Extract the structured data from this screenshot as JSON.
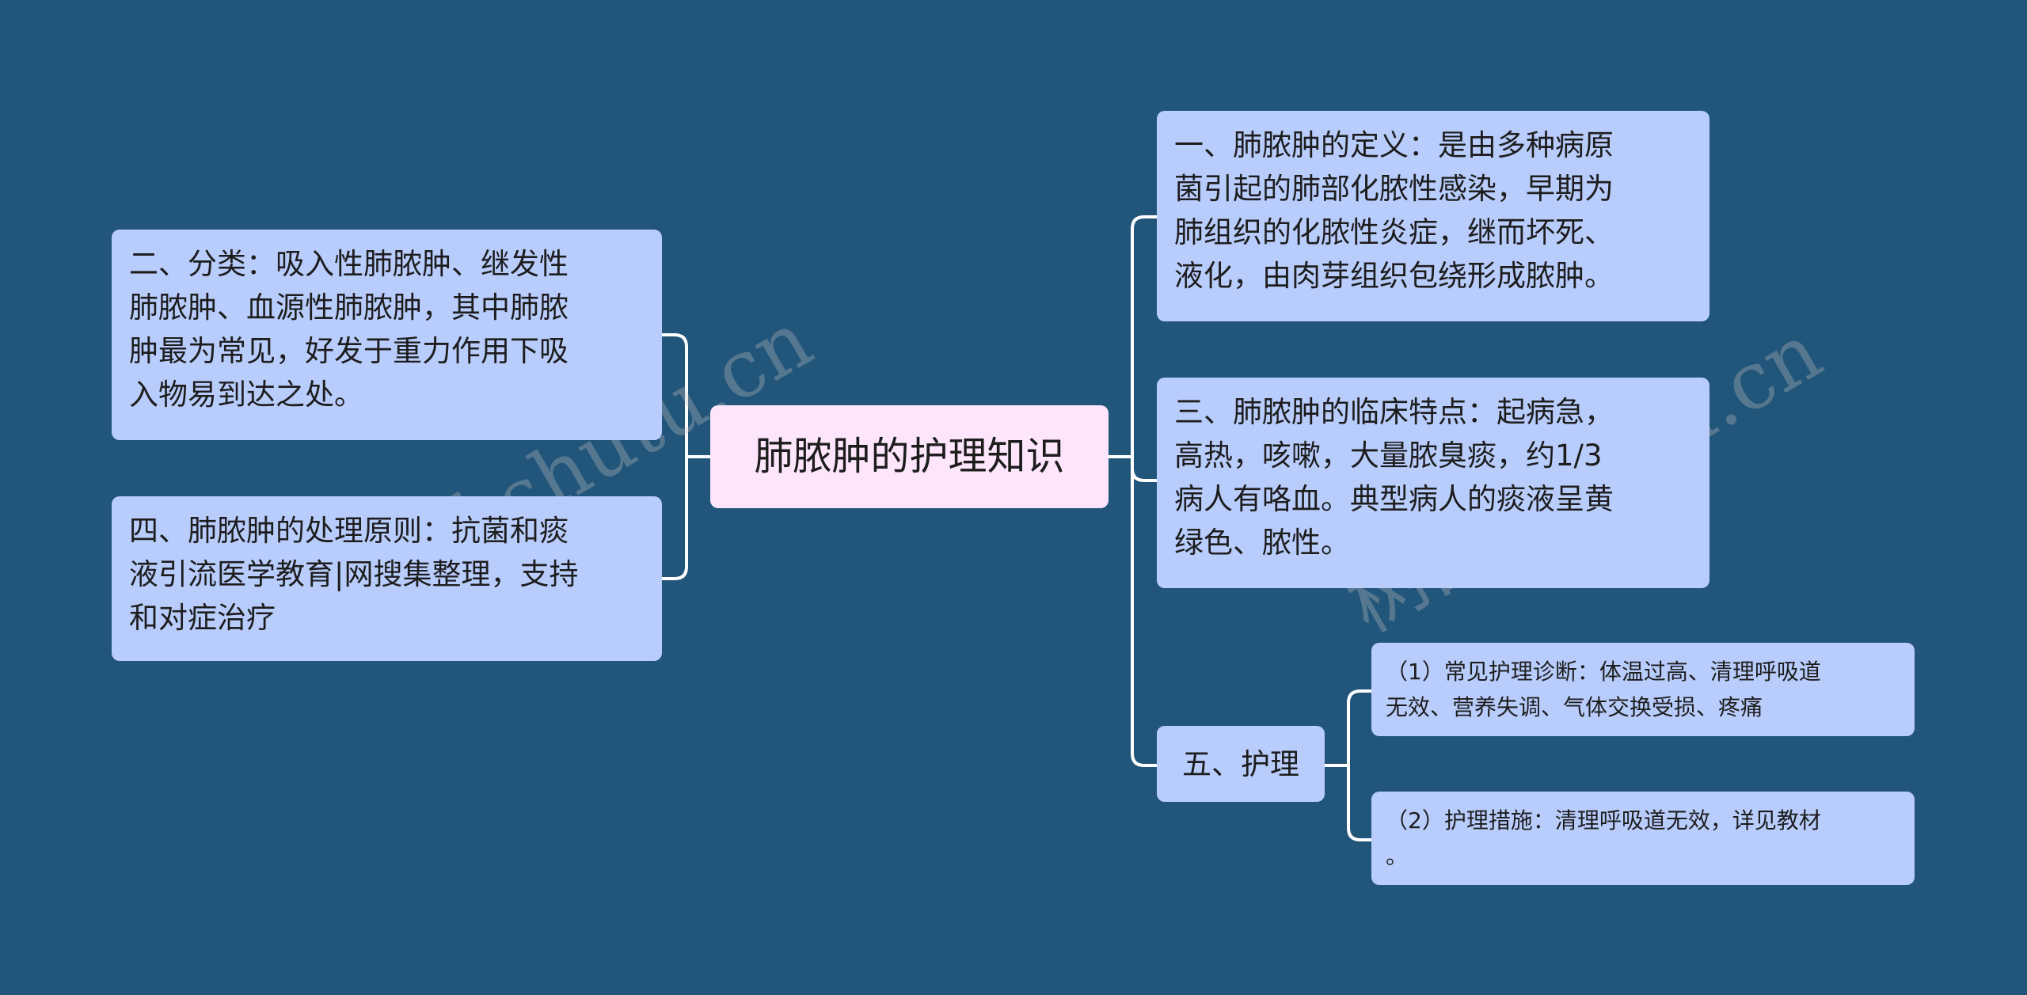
{
  "mindmap": {
    "center": {
      "text": "肺脓肿的护理知识"
    },
    "left": [
      {
        "text": "二、分类：吸入性肺脓肿、继发性\n肺脓肿、血源性肺脓肿，其中肺脓\n肿最为常见，好发于重力作用下吸\n入物易到达之处。"
      },
      {
        "text": "四、肺脓肿的处理原则：抗菌和痰\n液引流医学教育|网搜集整理，支持\n和对症治疗"
      }
    ],
    "right": [
      {
        "text": "一、肺脓肿的定义：是由多种病原\n菌引起的肺部化脓性感染，早期为\n肺组织的化脓性炎症，继而坏死、\n液化，由肉芽组织包绕形成脓肿。"
      },
      {
        "text": "三、肺脓肿的临床特点：起病急，\n高热，咳嗽，大量脓臭痰，约1/3\n病人有咯血。典型病人的痰液呈黄\n绿色、脓性。"
      },
      {
        "text": "五、护理",
        "children": [
          {
            "text": "（1）常见护理诊断：体温过高、清理呼吸道\n无效、营养失调、气体交换受损、疼痛"
          },
          {
            "text": "（2）护理措施：清理呼吸道无效，详见教材\n。"
          }
        ]
      }
    ]
  },
  "watermark": {
    "left": "树图 shutu.cn",
    "right": "树图 shutu.cn"
  },
  "colors": {
    "background": "#22557a",
    "node_fill": "#b9cdfd",
    "center_fill": "#fde6fb",
    "connector": "#ffffff",
    "text": "#1d1d1d"
  }
}
